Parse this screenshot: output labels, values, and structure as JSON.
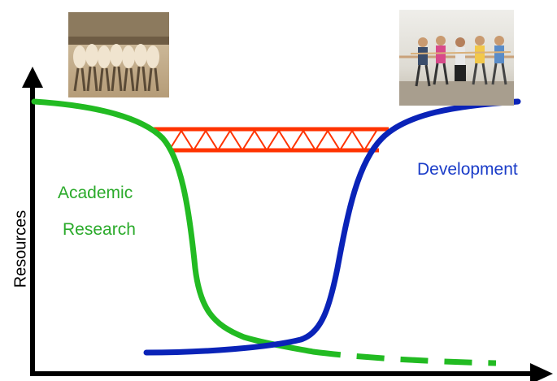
{
  "axes": {
    "y_label": "Resources"
  },
  "labels": {
    "academic_line1": "Academic",
    "academic_line2": "Research",
    "development": "Development"
  },
  "colors": {
    "academic": "#22bb22",
    "development": "#0a23b8",
    "bridge": "#ff3300",
    "axis": "#000000"
  },
  "images": {
    "left_photo": "sepia-photo-people-pushing-icon",
    "right_photo": "children-tug-of-war-photo-icon"
  }
}
